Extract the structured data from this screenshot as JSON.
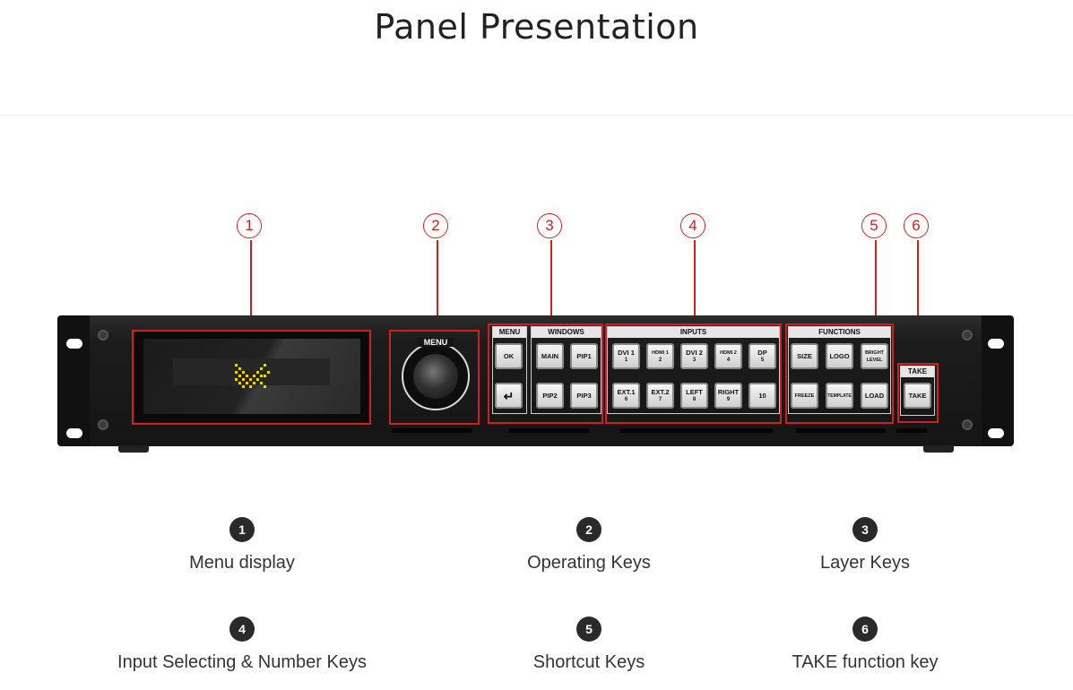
{
  "title": "Panel Presentation",
  "callouts": [
    "1",
    "2",
    "3",
    "4",
    "5",
    "6"
  ],
  "display": {
    "menu_label": "MENU"
  },
  "groups": {
    "menu": "MENU",
    "windows": "WINDOWS",
    "inputs": "INPUTS",
    "functions": "FUNCTIONS",
    "take": "TAKE"
  },
  "keys": {
    "ok": "OK",
    "back": "↵",
    "main": "MAIN",
    "pip1": "PIP1",
    "pip2": "PIP2",
    "pip3": "PIP3",
    "dvi1": "DVI 1",
    "dvi1_n": "1",
    "hdmi1": "HDMI 1",
    "hdmi1_n": "2",
    "dvi2": "DVI 2",
    "dvi2_n": "3",
    "hdmi2": "HDMI 2",
    "hdmi2_n": "4",
    "dp": "DP",
    "dp_n": "5",
    "ext1": "EXT.1",
    "ext1_n": "6",
    "ext2": "EXT.2",
    "ext2_n": "7",
    "left": "LEFT",
    "left_n": "8",
    "right": "RIGHT",
    "right_n": "9",
    "ten": "10",
    "size": "SIZE",
    "logo": "LOGO",
    "bright": "BRIGHT",
    "bright2": "LEVEL",
    "freeze": "FREEZE",
    "template": "TEMPLATE",
    "load": "LOAD",
    "take": "TAKE"
  },
  "legend": [
    {
      "num": "1",
      "text": "Menu display"
    },
    {
      "num": "2",
      "text": "Operating Keys"
    },
    {
      "num": "3",
      "text": "Layer Keys"
    },
    {
      "num": "4",
      "text": "Input Selecting & Number Keys"
    },
    {
      "num": "5",
      "text": "Shortcut Keys"
    },
    {
      "num": "6",
      "text": "TAKE function key"
    }
  ],
  "colors": {
    "accent": "#d0201e",
    "badge": "#2a2a2a"
  }
}
